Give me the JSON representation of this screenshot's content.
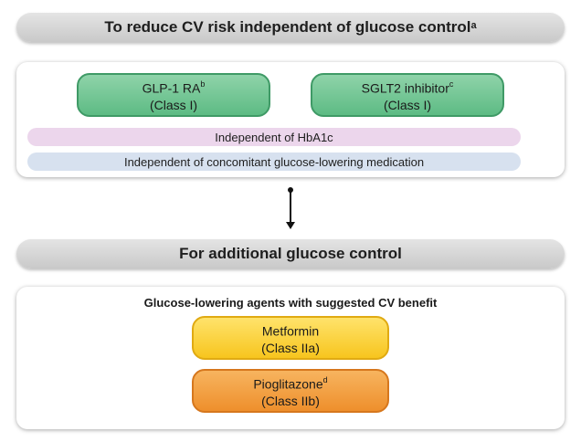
{
  "top_header": {
    "text": "To reduce CV risk independent of glucose control",
    "sup": "a"
  },
  "cv_panel": {
    "drug_boxes": [
      {
        "name": "GLP-1 RA",
        "sup": "b",
        "class_label": "(Class I)"
      },
      {
        "name": "SGLT2 inhibitor",
        "sup": "c",
        "class_label": "(Class I)"
      }
    ],
    "bars": [
      {
        "text": "Independent of HbA1c",
        "color": "#ecd6ec"
      },
      {
        "text": "Independent of concomitant glucose-lowering medication",
        "color": "#d7e1ef"
      }
    ]
  },
  "bottom_header": {
    "text": "For additional glucose control"
  },
  "glucose_panel": {
    "heading": "Glucose-lowering agents with suggested CV benefit",
    "agents": [
      {
        "name": "Metformin",
        "sup": "",
        "class_label": "(Class IIa)",
        "color": "#f7c51e"
      },
      {
        "name": "Pioglitazone",
        "sup": "d",
        "class_label": "(Class IIb)",
        "color": "#ee8f2c"
      }
    ]
  }
}
